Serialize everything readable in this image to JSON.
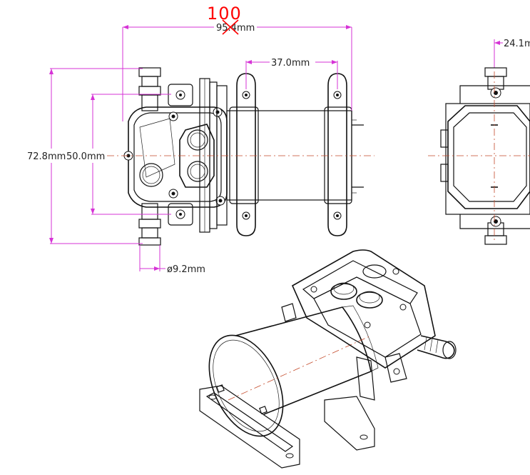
{
  "dimensions": {
    "overall_length": "95.4mm",
    "height_outer": "72.8mm",
    "height_inner": "50.0mm",
    "mount_spacing": "37.0mm",
    "side_width": "24.1m",
    "port_diameter": "ø9.2mm"
  },
  "annotation": {
    "handwritten_value": "100"
  },
  "colors": {
    "dimension_lines": "#d633d6",
    "handwritten_note": "#ff0000",
    "outline": "#111111",
    "centerline": "#c44a2a"
  }
}
